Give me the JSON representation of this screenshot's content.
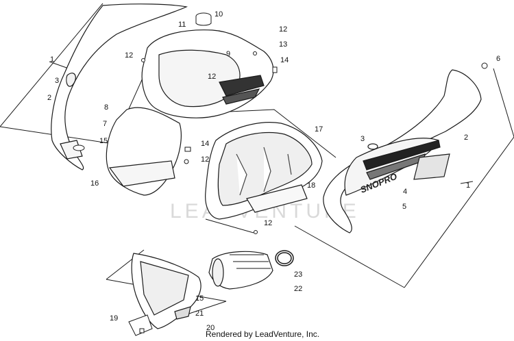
{
  "watermark": "LEADVENTURE",
  "credit": "Rendered by LeadVenture, Inc.",
  "decal_text": "SNOPRO",
  "callouts": [
    "1",
    "2",
    "3",
    "4",
    "5",
    "6",
    "7",
    "8",
    "9",
    "10",
    "11",
    "12",
    "13",
    "14",
    "15",
    "16",
    "17",
    "18",
    "19",
    "20",
    "21",
    "22",
    "23"
  ],
  "colors": {
    "line": "#1a1a1a",
    "callout_text": "#111111",
    "watermark": "#d9d9d9"
  }
}
